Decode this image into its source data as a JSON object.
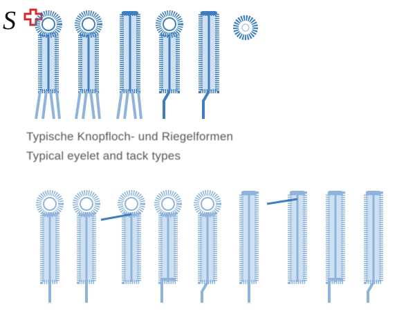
{
  "logo": {
    "text": "S",
    "colors": {
      "letter": "#111111",
      "cross": "#d42a2a"
    }
  },
  "captions": {
    "german": "Typische Knopfloch- und Riegelformen",
    "english": "Typical eyelet and tack types"
  },
  "colors": {
    "stitch_dark": "#3f7fbf",
    "stitch_light": "#8fb4dc",
    "fill": "#cfe0f2"
  },
  "top_row": [
    "eyelet-fishtail",
    "eyelet-fishtail",
    "straight-fishtail",
    "eyelet-bent-tail",
    "straight-bent-tail",
    "ring"
  ],
  "bottom_row": [
    "eyelet-tail",
    "eyelet-tail",
    "eyelet-side-bar",
    "eyelet-corner-tail",
    "eyelet-bent-tail",
    "straight-tail",
    "straight-side-bar",
    "straight-corner-tail",
    "straight-bent-tail"
  ]
}
